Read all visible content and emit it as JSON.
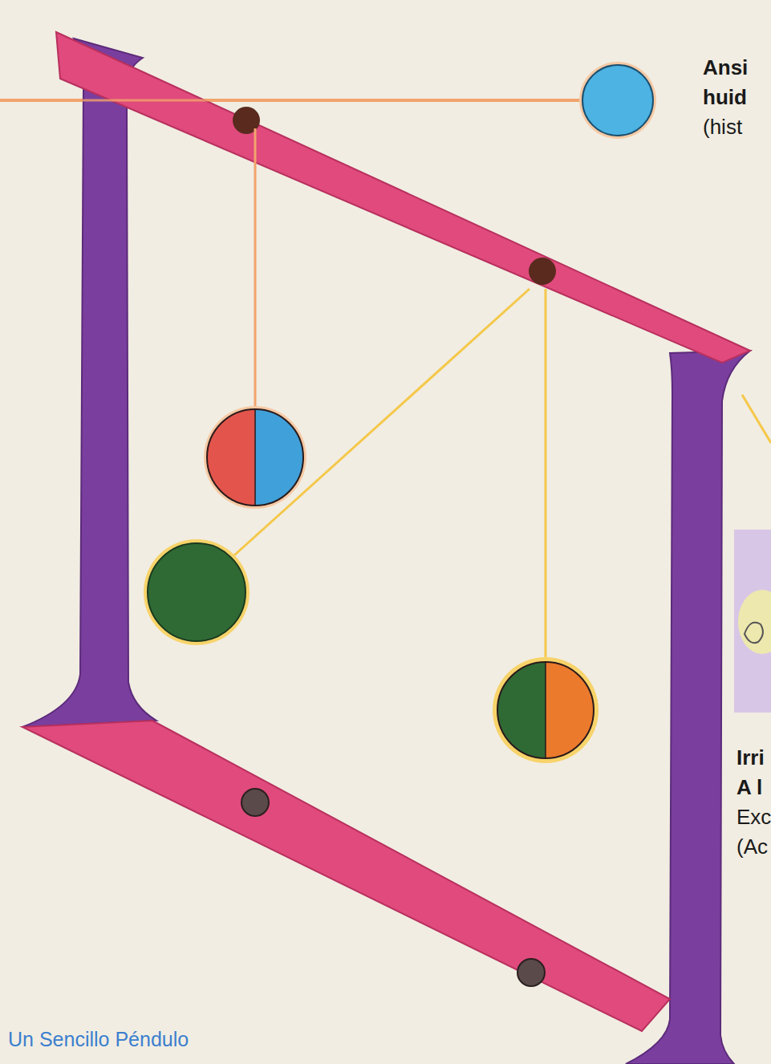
{
  "diagram": {
    "caption": "Un Sencillo Péndulo",
    "labels": [
      "Ansi huid",
      "(hist",
      "Irri A l",
      "Exc (Ac"
    ]
  }
}
